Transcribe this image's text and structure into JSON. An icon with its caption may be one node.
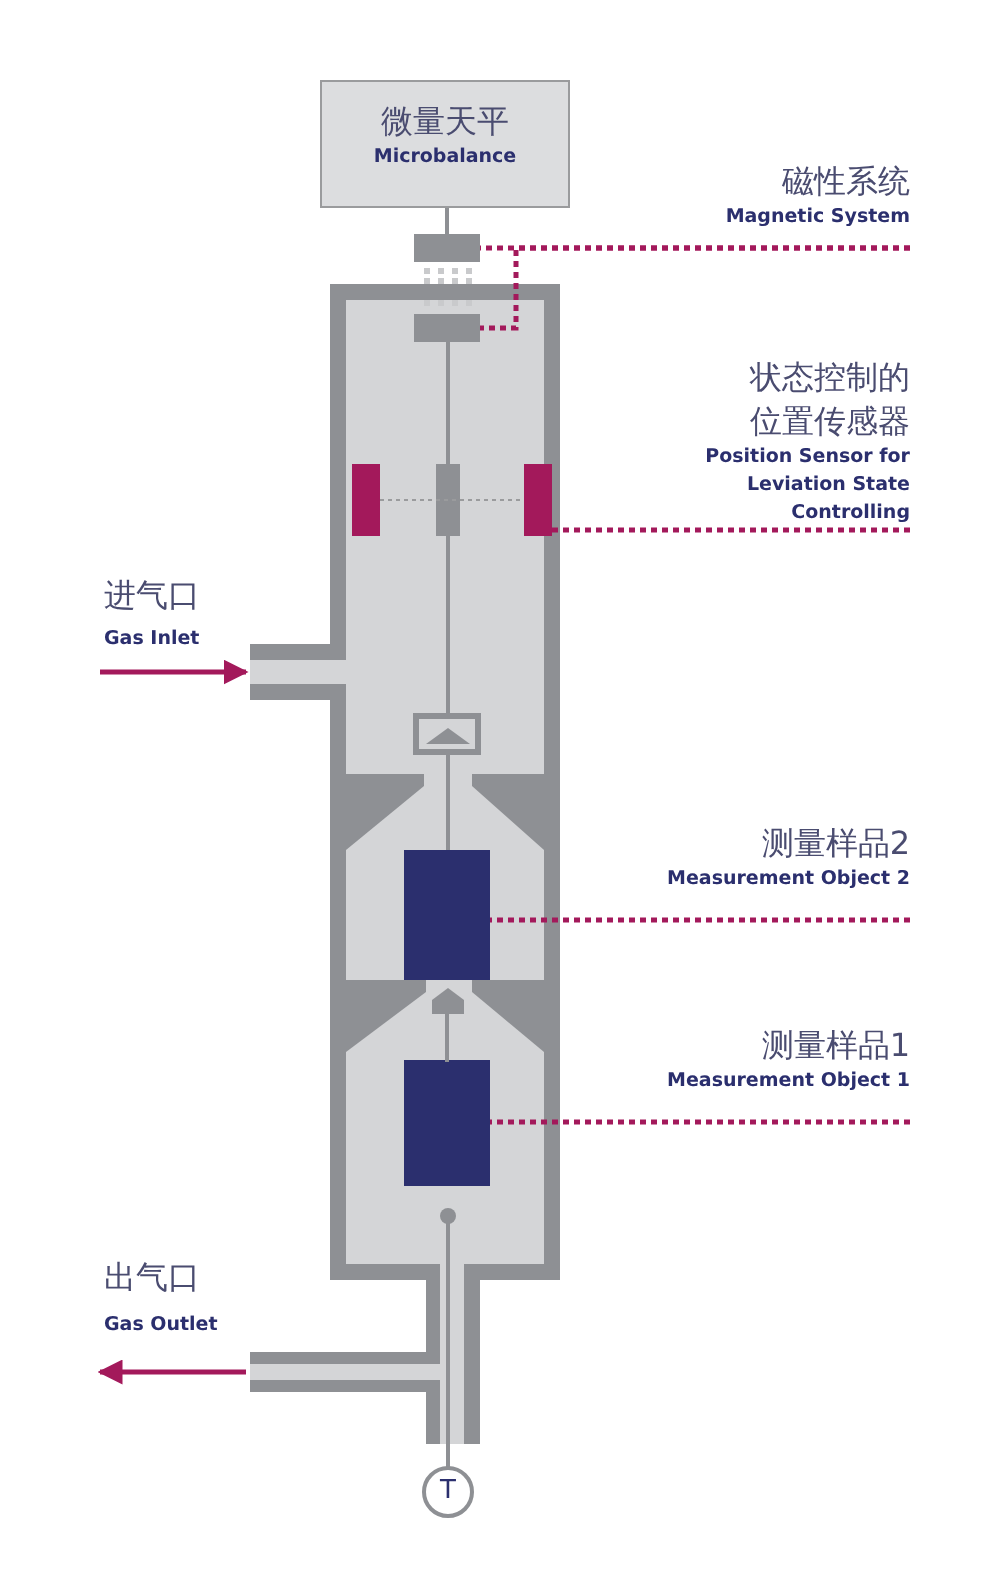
{
  "diagram": {
    "nodes": [
      {
        "text": [
          "微量天平",
          "Microbalance"
        ]
      },
      {
        "text": [
          "磁性系统",
          "Magnetic System"
        ]
      },
      {
        "text": [],
        "shape": "box"
      },
      {
        "text": [],
        "shape": "box"
      },
      {
        "text": [],
        "shape": "box",
        "in": 3
      },
      {
        "text": [
          "状态控制的位置传感器",
          "Position Sensor for Leviation State Controlling"
        ]
      },
      {
        "text": [],
        "shape": "box",
        "in": 3
      },
      {
        "text": [
          "测量样品2",
          "Measurement Object 2"
        ]
      },
      {
        "text": [],
        "shape": "box",
        "in": 3
      },
      {
        "text": [
          "测量样品1",
          "Measurement Object 1"
        ]
      },
      {
        "text": [],
        "shape": "box",
        "in": 3
      },
      {
        "text": [
          "T"
        ]
      },
      {
        "text": [],
        "shape": "pentagon",
        "in": 3
      }
    ],
    "edges": [
      {
        "from": 1,
        "to": 2,
        "arrow": "none",
        "style": "dashed"
      },
      {
        "from": 1,
        "to": 4,
        "arrow": "none",
        "style": "dashed"
      },
      {
        "from": 5,
        "to": 6,
        "arrow": "none",
        "style": "dashed"
      },
      {
        "from": 7,
        "to": 8,
        "arrow": "none",
        "style": "dashed"
      },
      {
        "from": 9,
        "to": 10,
        "arrow": "none",
        "style": "dashed"
      },
      {
        "from": null,
        "to": 3,
        "arrow": "to"
      },
      {
        "from": 3,
        "to": null,
        "arrow": "to"
      },
      {
        "from": 0,
        "to": 2,
        "arrow": "none",
        "color": "#8e9094"
      },
      {
        "from": 12,
        "to": 10,
        "arrow": "none",
        "color": "#8e9094"
      },
      {
        "from": 3,
        "to": 11,
        "arrow": "none",
        "color": "#8e9094"
      }
    ],
    "labels": [
      "进气口",
      "Gas Inlet",
      "出气口",
      "Gas Outlet"
    ]
  }
}
